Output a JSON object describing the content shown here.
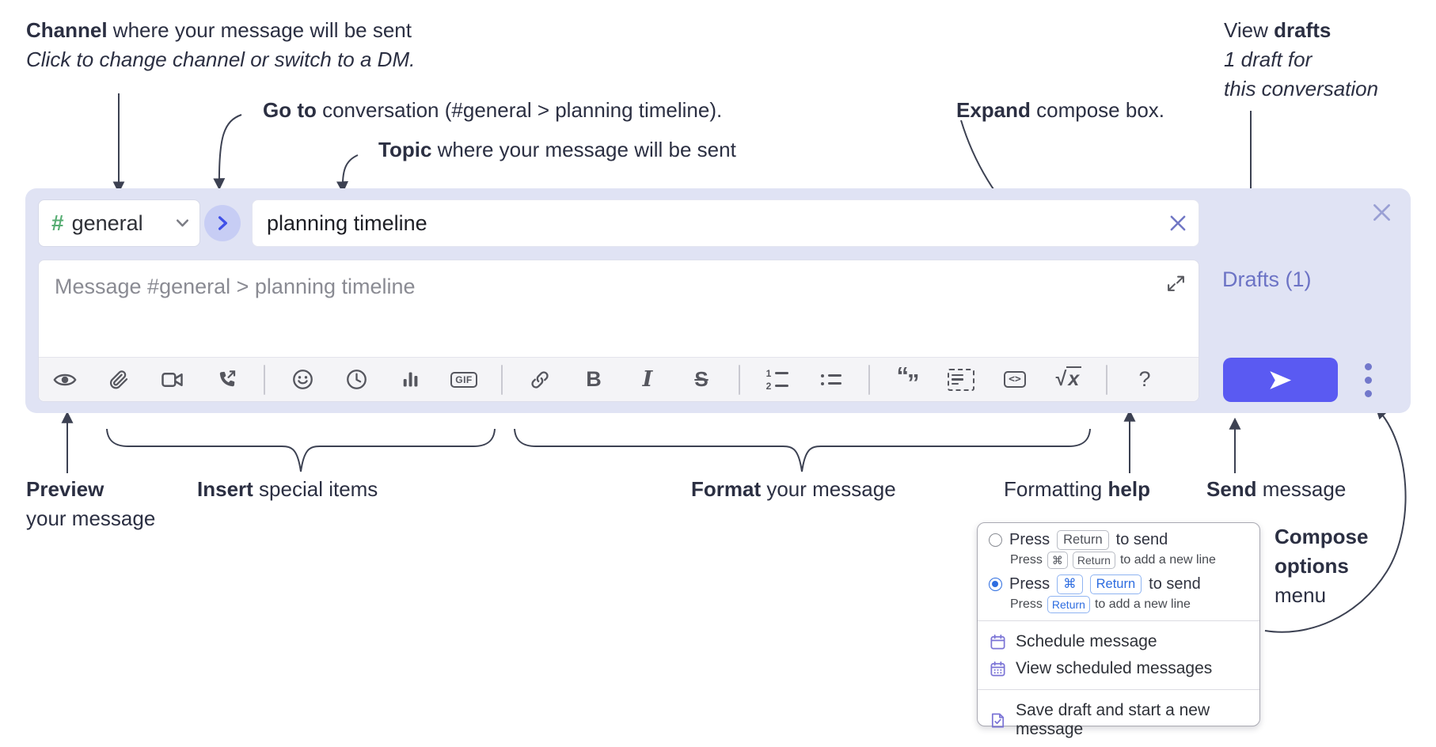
{
  "annotations": {
    "channel": {
      "title_bold": "Channel",
      "title_rest": " where your message will be sent",
      "subtitle": "Click to change channel or switch to a DM."
    },
    "goto": {
      "bold": "Go to",
      "rest": " conversation (#general > planning timeline)."
    },
    "topic": {
      "bold": "Topic",
      "rest": " where your message will be sent"
    },
    "expand": {
      "bold": "Expand",
      "rest": " compose box."
    },
    "view_drafts": {
      "pre": "View ",
      "bold": "drafts",
      "line2": "1 draft for",
      "line3": "this conversation"
    },
    "preview": {
      "bold": "Preview",
      "line2": "your message"
    },
    "insert": {
      "bold": "Insert",
      "rest": " special items"
    },
    "format": {
      "bold": "Format",
      "rest": " your message"
    },
    "formatting_help": {
      "pre": "Formatting ",
      "bold": "help"
    },
    "send": {
      "bold": "Send",
      "rest": " message"
    },
    "compose_options": {
      "line1": "Compose",
      "line2": "options",
      "line3": "menu"
    }
  },
  "compose": {
    "channel": {
      "hash": "#",
      "name": "general"
    },
    "topic_value": "planning timeline",
    "message_placeholder": "Message #general > planning timeline",
    "drafts_link": "Drafts (1)",
    "toolbar": {
      "gif": "GIF",
      "bold": "B",
      "italic": "I",
      "strike": "S",
      "ol_1": "1",
      "ol_2": "2",
      "quote_open": "“",
      "quote_close": "”",
      "code": "<>",
      "sqrt_sign": "√",
      "sqrt_x": "x",
      "help": "?"
    }
  },
  "compose_menu": {
    "opt1": {
      "press": "Press",
      "key": "Return",
      "suffix": "to send",
      "sub_press": "Press",
      "sub_key1": "⌘",
      "sub_key2": "Return",
      "sub_suffix": "to add a new line"
    },
    "opt2": {
      "press": "Press",
      "key1": "⌘",
      "key2": "Return",
      "suffix": "to send",
      "sub_press": "Press",
      "sub_key": "Return",
      "sub_suffix": "to add a new line"
    },
    "items": [
      "Schedule message",
      "View scheduled messages",
      "Save draft and start a new message"
    ]
  },
  "colors": {
    "container": "#e0e3f4",
    "send_button": "#5a5af2",
    "hash_green": "#57ad73",
    "link_purple": "#6c73c5",
    "radio_blue": "#2e6de0"
  }
}
